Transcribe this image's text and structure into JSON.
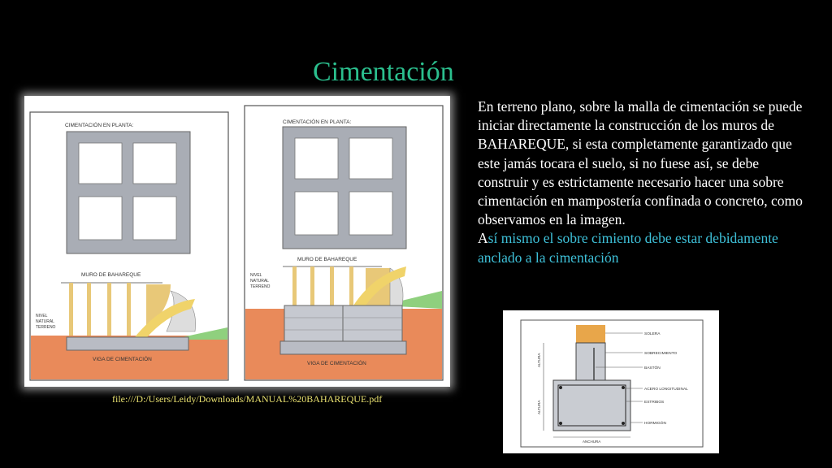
{
  "slide": {
    "title": "Cimentación",
    "paragraph_main": "En terreno plano, sobre la malla de cimentación se puede iniciar directamente la construcción de los muros de BAHAREQUE, si esta completamente garantizado que este jamás tocara el suelo, si no fuese así, se debe construir y es estrictamente necesario hacer una sobre cimentación en mampostería confinada o concreto, como observamos en la imagen.",
    "paragraph_note_prefix": "A",
    "paragraph_note": "sí mismo el sobre cimiento debe estar debidamente anclado a la cimentación",
    "source_link": "file:///D:/Users/Leidy/Downloads/MANUAL%20BAHAREQUE.pdf"
  },
  "figure_left": {
    "plan_label": "CIMENTACIÓN EN PLANTA:",
    "wall_label": "MURO DE BAHAREQUE",
    "ground_label_line1": "NIVEL",
    "ground_label_line2": "NATURAL",
    "ground_label_line3": "TERRENO",
    "beam_label": "VIGA DE CIMENTACIÓN"
  },
  "figure_right": {
    "plan_label": "CIMENTACIÓN EN PLANTA:",
    "wall_label": "MURO DE BAHAREQUE",
    "ground_label_line1": "NIVEL",
    "ground_label_line2": "NATURAL",
    "ground_label_line3": "TERRENO",
    "beam_label": "VIGA DE CIMENTACIÓN"
  },
  "figure_detail": {
    "labels": [
      "SOLERA",
      "SOBRECIMIENTO",
      "BASTÓN",
      "ACERO LONGITUDINAL",
      "ESTRIBOS",
      "HORMIGÓN"
    ],
    "height_label": "ALTURA",
    "width_label": "ANCHURA"
  },
  "colors": {
    "title": "#2bbf8e",
    "note": "#3ec0d8",
    "source": "#e8e070",
    "ground": "#e98a5a",
    "grass": "#8fd07e",
    "timber": "#e8c878",
    "concrete": "#b9bcc4"
  }
}
